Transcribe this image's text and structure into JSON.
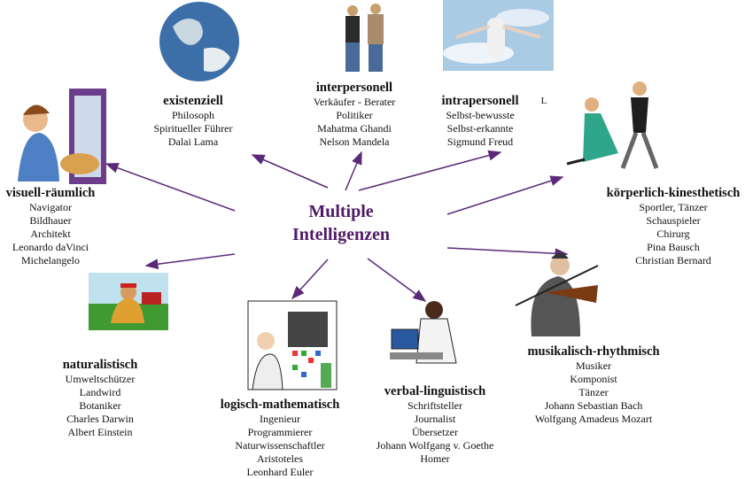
{
  "title": {
    "line1": "Multiple",
    "line2": "Intelligenzen"
  },
  "stray_mark": "L",
  "colors": {
    "title": "#4f1b66",
    "arrow": "#5a2a78"
  },
  "intelligences": {
    "existenziell": {
      "heading": "existenziell",
      "items": [
        "Philosoph",
        "Spiritueller Führer",
        "Dalai Lama"
      ]
    },
    "interpersonell": {
      "heading": "interpersonell",
      "items": [
        "Verkäufer - Berater",
        "Politiker",
        "Mahatma Ghandi",
        "Nelson Mandela"
      ]
    },
    "intrapersonell": {
      "heading": "intrapersonell",
      "items": [
        "Selbst-bewusste",
        "Selbst-erkannte",
        "Sigmund Freud"
      ]
    },
    "koerperlich": {
      "heading": "körperlich-kinesthetisch",
      "items": [
        "Sportler, Tänzer",
        "Schauspieler",
        "Chirurg",
        "Pina Bausch",
        "Christian Bernard"
      ]
    },
    "visuell": {
      "heading": "visuell-räumlich",
      "items": [
        "Navigator",
        "Bildhauer",
        "Architekt",
        "Leonardo daVinci",
        "Michelangelo"
      ]
    },
    "naturalistisch": {
      "heading": "naturalistisch",
      "items": [
        "Umweltschützer",
        "Landwird",
        "Botaniker",
        "Charles Darwin",
        "Albert Einstein"
      ]
    },
    "logisch": {
      "heading": "logisch-mathematisch",
      "items": [
        "Ingenieur",
        "Programmierer",
        "Naturwissenschaftler",
        "Aristoteles",
        "Leonhard Euler"
      ]
    },
    "verbal": {
      "heading": "verbal-linguistisch",
      "items": [
        "Schriftsteller",
        "Journalist",
        "Übersetzer",
        "Johann Wolfgang v. Goethe",
        "Homer"
      ]
    },
    "musikalisch": {
      "heading": "musikalisch-rhythmisch",
      "items": [
        "Musiker",
        "Komponist",
        "Tänzer",
        "Johann Sebastian Bach",
        "Wolfgang Amadeus Mozart"
      ]
    }
  }
}
